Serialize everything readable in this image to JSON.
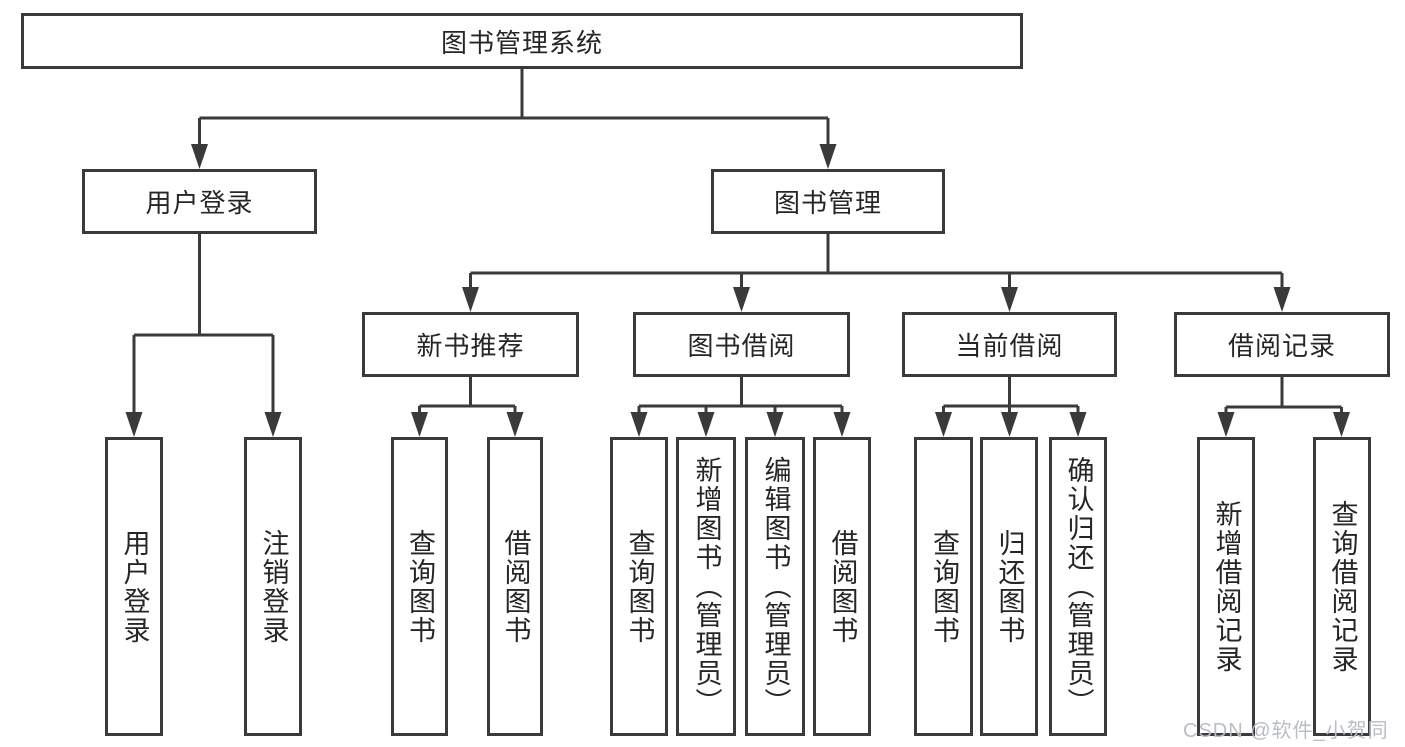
{
  "diagram": {
    "root": {
      "label": "图书管理系统",
      "children": [
        {
          "label": "用户登录",
          "children": [
            {
              "label": "用户登录"
            },
            {
              "label": "注销登录"
            }
          ]
        },
        {
          "label": "图书管理",
          "children": [
            {
              "label": "新书推荐",
              "children": [
                {
                  "label": "查询图书"
                },
                {
                  "label": "借阅图书"
                }
              ]
            },
            {
              "label": "图书借阅",
              "children": [
                {
                  "label": "查询图书"
                },
                {
                  "label": "新增图书（管理员）"
                },
                {
                  "label": "编辑图书（管理员）"
                },
                {
                  "label": "借阅图书"
                }
              ]
            },
            {
              "label": "当前借阅",
              "children": [
                {
                  "label": "查询图书"
                },
                {
                  "label": "归还图书"
                },
                {
                  "label": "确认归还（管理员）"
                }
              ]
            },
            {
              "label": "借阅记录",
              "children": [
                {
                  "label": "新增借阅记录"
                },
                {
                  "label": "查询借阅记录"
                }
              ]
            }
          ]
        }
      ]
    }
  },
  "watermark": {
    "text": "CSDN @软件_小贺同学"
  },
  "colors": {
    "line": "#3a3a3a",
    "box_border": "#3a3a3a",
    "text": "#262626",
    "watermark": "#b9bdc4",
    "background": "#ffffff"
  }
}
